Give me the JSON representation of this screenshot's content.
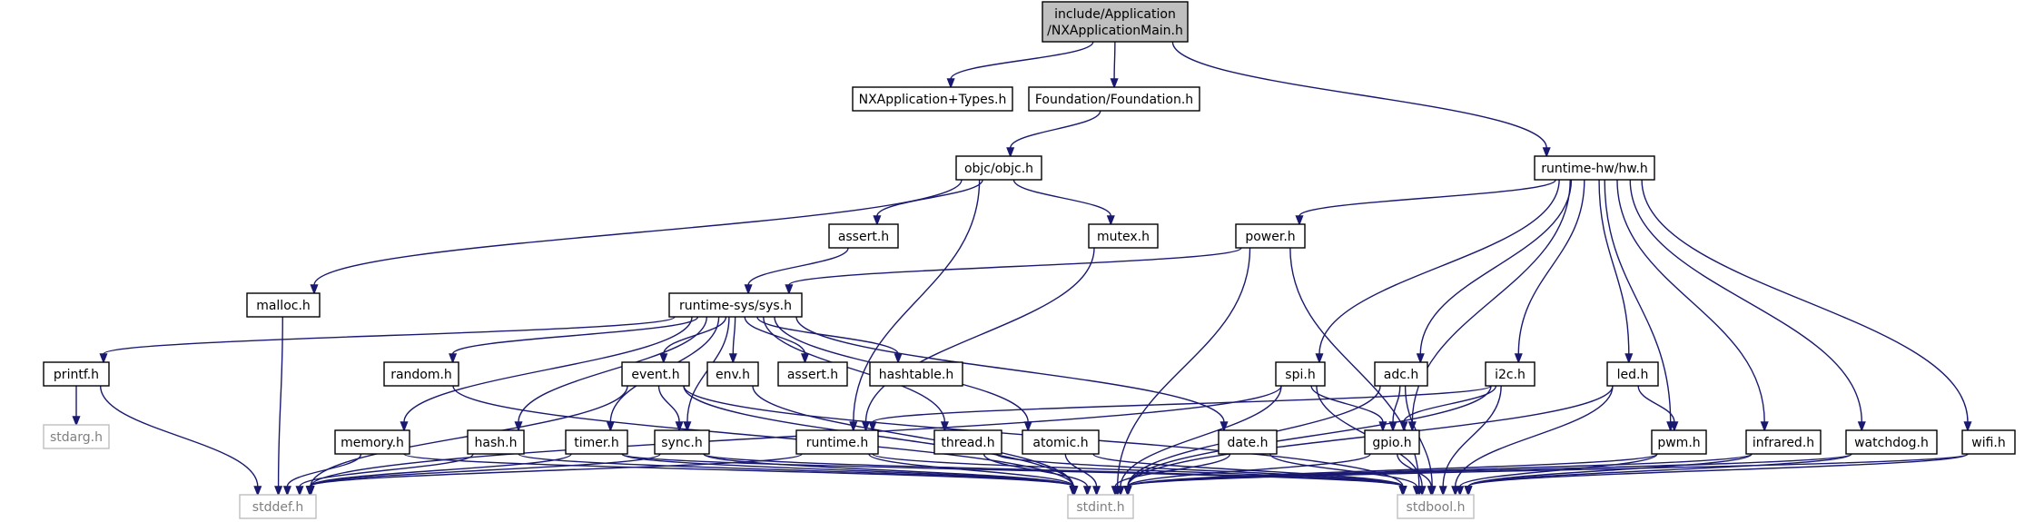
{
  "nodes": [
    {
      "id": "root",
      "lines": [
        "include/Application",
        "/NXApplicationMain.h"
      ],
      "kind": "root"
    },
    {
      "id": "nxtypes",
      "lines": [
        "NXApplication+Types.h"
      ]
    },
    {
      "id": "foundation",
      "lines": [
        "Foundation/Foundation.h"
      ]
    },
    {
      "id": "hw",
      "lines": [
        "runtime-hw/hw.h"
      ]
    },
    {
      "id": "objc",
      "lines": [
        "objc/objc.h"
      ]
    },
    {
      "id": "assert1",
      "lines": [
        "assert.h"
      ]
    },
    {
      "id": "mutex",
      "lines": [
        "mutex.h"
      ]
    },
    {
      "id": "power",
      "lines": [
        "power.h"
      ]
    },
    {
      "id": "malloc",
      "lines": [
        "malloc.h"
      ]
    },
    {
      "id": "sys",
      "lines": [
        "runtime-sys/sys.h"
      ]
    },
    {
      "id": "printf",
      "lines": [
        "printf.h"
      ]
    },
    {
      "id": "random",
      "lines": [
        "random.h"
      ]
    },
    {
      "id": "event",
      "lines": [
        "event.h"
      ]
    },
    {
      "id": "env",
      "lines": [
        "env.h"
      ]
    },
    {
      "id": "assert2",
      "lines": [
        "assert.h"
      ]
    },
    {
      "id": "hashtable",
      "lines": [
        "hashtable.h"
      ]
    },
    {
      "id": "spi",
      "lines": [
        "spi.h"
      ]
    },
    {
      "id": "adc",
      "lines": [
        "adc.h"
      ]
    },
    {
      "id": "i2c",
      "lines": [
        "i2c.h"
      ]
    },
    {
      "id": "led",
      "lines": [
        "led.h"
      ]
    },
    {
      "id": "stdarg",
      "lines": [
        "stdarg.h"
      ],
      "kind": "sys"
    },
    {
      "id": "memory",
      "lines": [
        "memory.h"
      ]
    },
    {
      "id": "hash",
      "lines": [
        "hash.h"
      ]
    },
    {
      "id": "timer",
      "lines": [
        "timer.h"
      ]
    },
    {
      "id": "sync",
      "lines": [
        "sync.h"
      ]
    },
    {
      "id": "runtime",
      "lines": [
        "runtime.h"
      ]
    },
    {
      "id": "thread",
      "lines": [
        "thread.h"
      ]
    },
    {
      "id": "atomic",
      "lines": [
        "atomic.h"
      ]
    },
    {
      "id": "date",
      "lines": [
        "date.h"
      ]
    },
    {
      "id": "gpio",
      "lines": [
        "gpio.h"
      ]
    },
    {
      "id": "pwm",
      "lines": [
        "pwm.h"
      ]
    },
    {
      "id": "infrared",
      "lines": [
        "infrared.h"
      ]
    },
    {
      "id": "watchdog",
      "lines": [
        "watchdog.h"
      ]
    },
    {
      "id": "wifi",
      "lines": [
        "wifi.h"
      ]
    },
    {
      "id": "stddef",
      "lines": [
        "stddef.h"
      ],
      "kind": "sys"
    },
    {
      "id": "stdint",
      "lines": [
        "stdint.h"
      ],
      "kind": "sys"
    },
    {
      "id": "stdbool",
      "lines": [
        "stdbool.h"
      ],
      "kind": "sys"
    }
  ],
  "edges": [
    [
      "root",
      "nxtypes"
    ],
    [
      "root",
      "foundation"
    ],
    [
      "root",
      "hw"
    ],
    [
      "foundation",
      "objc"
    ],
    [
      "objc",
      "assert1"
    ],
    [
      "objc",
      "mutex"
    ],
    [
      "objc",
      "malloc"
    ],
    [
      "objc",
      "runtime"
    ],
    [
      "assert1",
      "sys"
    ],
    [
      "mutex",
      "runtime"
    ],
    [
      "malloc",
      "stddef"
    ],
    [
      "hw",
      "power"
    ],
    [
      "hw",
      "spi"
    ],
    [
      "hw",
      "adc"
    ],
    [
      "hw",
      "i2c"
    ],
    [
      "hw",
      "gpio"
    ],
    [
      "hw",
      "led"
    ],
    [
      "hw",
      "pwm"
    ],
    [
      "hw",
      "infrared"
    ],
    [
      "hw",
      "watchdog"
    ],
    [
      "hw",
      "wifi"
    ],
    [
      "power",
      "sys"
    ],
    [
      "power",
      "stdint"
    ],
    [
      "power",
      "stdbool"
    ],
    [
      "sys",
      "printf"
    ],
    [
      "sys",
      "random"
    ],
    [
      "sys",
      "event"
    ],
    [
      "sys",
      "env"
    ],
    [
      "sys",
      "assert2"
    ],
    [
      "sys",
      "hashtable"
    ],
    [
      "sys",
      "memory"
    ],
    [
      "sys",
      "hash"
    ],
    [
      "sys",
      "timer"
    ],
    [
      "sys",
      "sync"
    ],
    [
      "sys",
      "thread"
    ],
    [
      "sys",
      "atomic"
    ],
    [
      "sys",
      "date"
    ],
    [
      "printf",
      "stdarg"
    ],
    [
      "printf",
      "stddef"
    ],
    [
      "random",
      "stdint"
    ],
    [
      "event",
      "sync"
    ],
    [
      "event",
      "stddef"
    ],
    [
      "event",
      "stdint"
    ],
    [
      "event",
      "stdbool"
    ],
    [
      "env",
      "stdint"
    ],
    [
      "memory",
      "stddef"
    ],
    [
      "memory",
      "stdint"
    ],
    [
      "hash",
      "stddef"
    ],
    [
      "hash",
      "stdint"
    ],
    [
      "timer",
      "stddef"
    ],
    [
      "timer",
      "stdint"
    ],
    [
      "timer",
      "stdbool"
    ],
    [
      "sync",
      "stddef"
    ],
    [
      "sync",
      "stdint"
    ],
    [
      "sync",
      "stdbool"
    ],
    [
      "runtime",
      "stddef"
    ],
    [
      "runtime",
      "stdint"
    ],
    [
      "runtime",
      "stdbool"
    ],
    [
      "thread",
      "stdint"
    ],
    [
      "thread",
      "stdbool"
    ],
    [
      "atomic",
      "stdint"
    ],
    [
      "atomic",
      "stdbool"
    ],
    [
      "date",
      "stdint"
    ],
    [
      "date",
      "stdbool"
    ],
    [
      "spi",
      "gpio"
    ],
    [
      "spi",
      "stddef"
    ],
    [
      "spi",
      "stdint"
    ],
    [
      "spi",
      "stdbool"
    ],
    [
      "adc",
      "gpio"
    ],
    [
      "adc",
      "stdint"
    ],
    [
      "adc",
      "stdbool"
    ],
    [
      "i2c",
      "gpio"
    ],
    [
      "i2c",
      "stdint"
    ],
    [
      "i2c",
      "stdbool"
    ],
    [
      "i2c",
      "runtime"
    ],
    [
      "gpio",
      "stdint"
    ],
    [
      "gpio",
      "stdbool"
    ],
    [
      "led",
      "pwm"
    ],
    [
      "led",
      "stdint"
    ],
    [
      "led",
      "stdbool"
    ],
    [
      "pwm",
      "stdint"
    ],
    [
      "pwm",
      "stdbool"
    ],
    [
      "infrared",
      "stdint"
    ],
    [
      "infrared",
      "stdbool"
    ],
    [
      "watchdog",
      "stdint"
    ],
    [
      "watchdog",
      "stdbool"
    ],
    [
      "wifi",
      "stdint"
    ],
    [
      "wifi",
      "stdbool"
    ]
  ],
  "colors": {
    "edge": "#191970",
    "root_fill": "#bfbfbf",
    "system_header": "#bfbfbf",
    "system_text": "#7f7f7f"
  }
}
